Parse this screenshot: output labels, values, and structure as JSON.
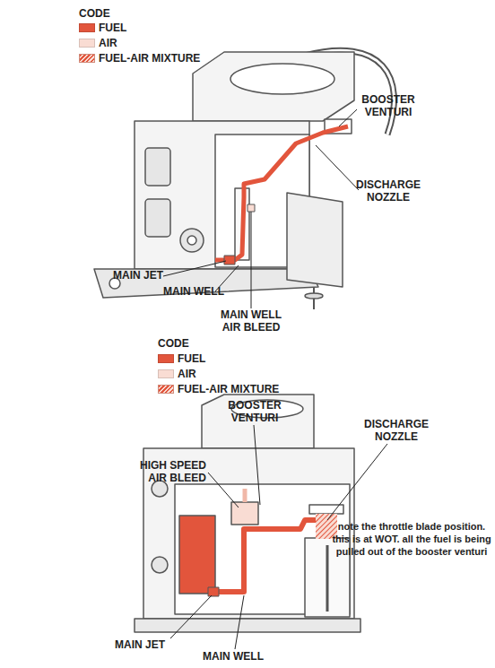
{
  "diagram": {
    "labels": [
      "CODE",
      "BOOSTER VENTURI",
      "DISCHARGE NOZZLE",
      "MAIN JET",
      "MAIN WELL",
      "MAIN WELL AIR BLEED",
      "CODE",
      "BOOSTER VENTURI",
      "HIGH SPEED AIR BLEED",
      "DISCHARGE NOZZLE",
      "MAIN JET",
      "MAIN WELL",
      "note the throttle blade position. this is at WOT. all the fuel is being pulled out of the booster venturi"
    ],
    "legend": [
      {
        "text": "FUEL",
        "color": "#e2553c"
      },
      {
        "text": "AIR",
        "color": "#f9dcd3"
      },
      {
        "text": "FUEL-AIR MIXTURE"
      },
      {
        "text": "FUEL",
        "color": "#e2553c"
      },
      {
        "text": "AIR",
        "color": "#f9dcd3"
      },
      {
        "text": "FUEL-AIR MIXTURE"
      }
    ]
  }
}
